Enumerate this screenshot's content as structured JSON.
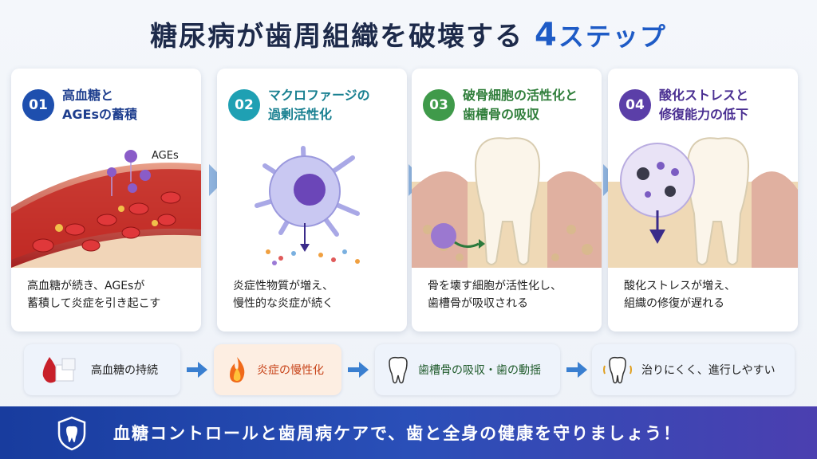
{
  "title": {
    "main": "糖尿病が歯周組織を破壊する",
    "accent": "4",
    "tail": "ステップ"
  },
  "steps": [
    {
      "num": "01",
      "head1": "高血糖と",
      "head2": "AGEsの蓄積",
      "label": "AGEs",
      "desc1": "高血糖が続き、AGEsが",
      "desc2": "蓄積して炎症を引き起こす",
      "color": "#1e4fae"
    },
    {
      "num": "02",
      "head1": "マクロファージの",
      "head2": "過剰活性化",
      "desc1": "炎症性物質が増え、",
      "desc2": "慢性的な炎症が続く",
      "color": "#1fa0b3"
    },
    {
      "num": "03",
      "head1": "破骨細胞の活性化と",
      "head2": "歯槽骨の吸収",
      "desc1": "骨を壊す細胞が活性化し、",
      "desc2": "歯槽骨が吸収される",
      "color": "#3f9a4a"
    },
    {
      "num": "04",
      "head1": "酸化ストレスと",
      "head2": "修復能力の低下",
      "desc1": "酸化ストレスが増え、",
      "desc2": "組織の修復が遅れる",
      "color": "#5b3fa8"
    }
  ],
  "flow": [
    "高血糖の持続",
    "炎症の慢性化",
    "歯槽骨の吸収・歯の動揺",
    "治りにくく、進行しやすい"
  ],
  "banner": "血糖コントロールと歯周病ケアで、歯と全身の健康を守りましょう！"
}
